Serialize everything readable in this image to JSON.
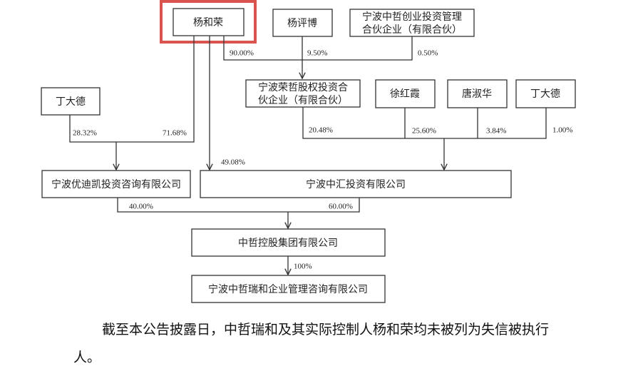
{
  "highlight_color": "#d9534f",
  "entities": {
    "yang_herong": "杨和荣",
    "yang_pingbo": "杨评博",
    "zhongzhe_chuangye_1": "宁波中哲创业投资管理",
    "zhongzhe_chuangye_2": "合伙企业（有限合伙）",
    "rongzhe_1": "宁波荣哲股权投资合",
    "rongzhe_2": "伙企业（有限合伙）",
    "ding_dade_left": "丁大德",
    "xu_hongxia": "徐红霞",
    "tang_shuhua": "唐淑华",
    "ding_dade_right": "丁大德",
    "youdikai": "宁波优迪凯投资咨询有限公司",
    "zhonghui": "宁波中汇投资有限公司",
    "zhongzhe_holding": "中哲控股集团有限公司",
    "zhongzhe_ruihe": "宁波中哲瑞和企业管理咨询有限公司"
  },
  "percentages": {
    "yang_to_rongzhe": "90.00%",
    "pingbo_to_rongzhe": "9.50%",
    "chuangye_to_rongzhe": "0.50%",
    "ding_to_youdikai": "28.32%",
    "yang_to_youdikai": "71.68%",
    "yang_to_zhonghui": "49.08%",
    "rongzhe_to_zhonghui": "20.48%",
    "xu_to_zhonghui": "25.60%",
    "tang_to_zhonghui": "3.84%",
    "ding_to_zhonghui": "1.00%",
    "youdikai_to_holding": "40.00%",
    "zhonghui_to_holding": "60.00%",
    "holding_to_ruihe": "100%"
  },
  "paragraph": {
    "line1": "截至本公告披露日，中哲瑞和及其实际控制人杨和荣均未被列为失信被执行",
    "line2": "人。"
  }
}
